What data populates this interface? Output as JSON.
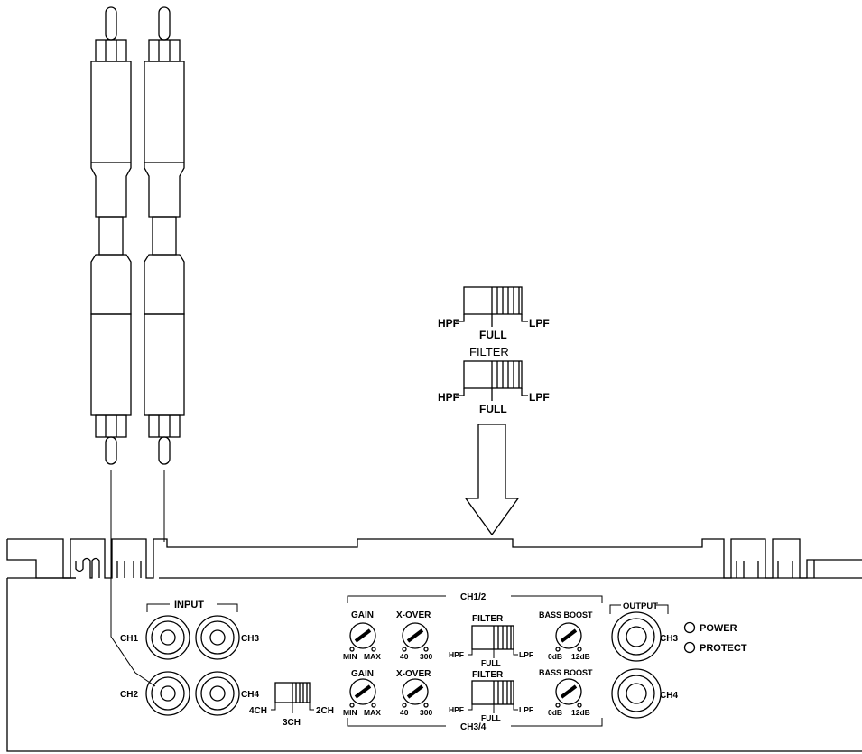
{
  "top_filter": {
    "switch_labels": {
      "hpf": "HPF",
      "full": "FULL",
      "lpf": "LPF"
    },
    "title": "FILTER"
  },
  "panel": {
    "input_label": "INPUT",
    "inputs": [
      {
        "label": "CH1"
      },
      {
        "label": "CH3"
      },
      {
        "label": "CH2"
      },
      {
        "label": "CH4"
      }
    ],
    "mode_switch": {
      "labels": [
        "4CH",
        "3CH",
        "2CH"
      ]
    },
    "ch12_label": "CH1/2",
    "ch34_label": "CH3/4",
    "rows": [
      {
        "gain_label": "GAIN",
        "gain_min": "MIN",
        "gain_max": "MAX",
        "xover_label": "X-OVER",
        "xover_min": "40",
        "xover_max": "300",
        "filter_label": "FILTER",
        "hpf": "HPF",
        "full": "FULL",
        "lpf": "LPF",
        "bass_label": "BASS BOOST",
        "bass_min": "0dB",
        "bass_max": "12dB"
      },
      {
        "gain_label": "GAIN",
        "gain_min": "MIN",
        "gain_max": "MAX",
        "xover_label": "X-OVER",
        "xover_min": "40",
        "xover_max": "300",
        "filter_label": "FILTER",
        "hpf": "HPF",
        "full": "FULL",
        "lpf": "LPF",
        "bass_label": "BASS BOOST",
        "bass_min": "0dB",
        "bass_max": "12dB"
      }
    ],
    "output_label": "OUTPUT",
    "outputs": [
      {
        "label": "CH3"
      },
      {
        "label": "CH4"
      }
    ],
    "leds": [
      {
        "label": "POWER"
      },
      {
        "label": "PROTECT"
      }
    ]
  }
}
